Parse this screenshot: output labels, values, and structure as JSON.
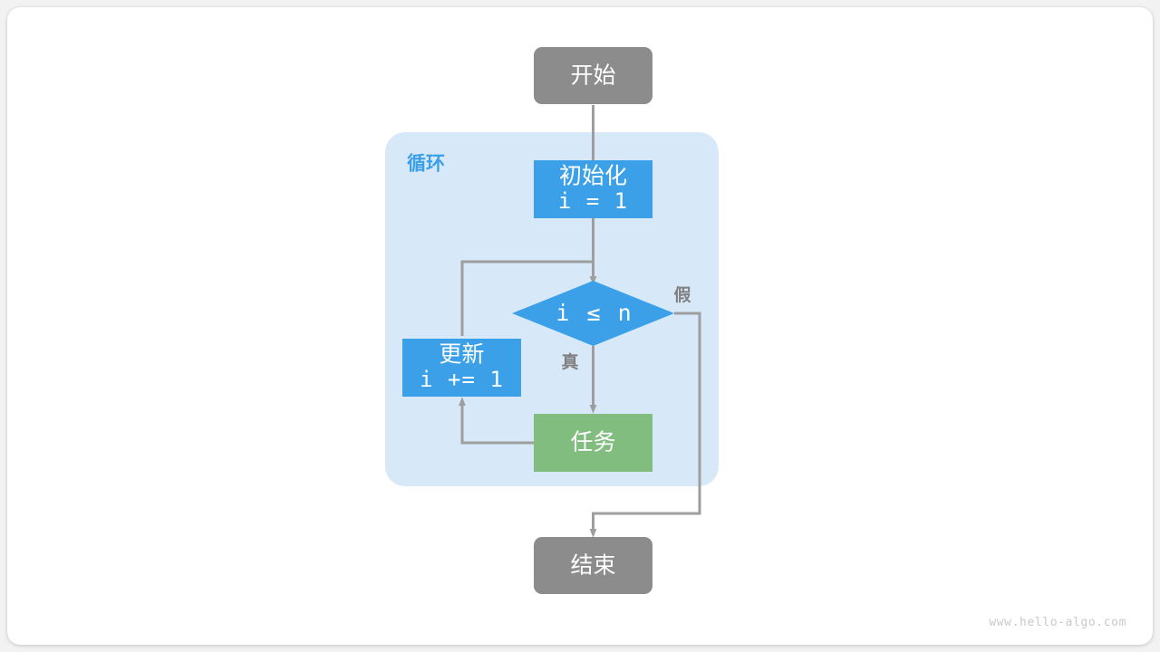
{
  "diagram": {
    "type": "flowchart",
    "title_watermark": "www.hello-algo.com",
    "group": {
      "label": "循环",
      "fill": "#d7e9f8",
      "corner_radius": 22
    },
    "colors": {
      "terminal": "#8c8c8c",
      "process_blue": "#3ba0e8",
      "task_green": "#82bd80",
      "edge": "#9e9e9e",
      "group_fill": "#d7e9f8",
      "group_label": "#3ba0e8",
      "edge_label": "#808080",
      "node_text": "#ffffff",
      "watermark": "#c9c9c9",
      "page_bg": "#f2f2f2",
      "card_bg": "#ffffff"
    },
    "nodes": [
      {
        "id": "start",
        "shape": "rounded-rect",
        "label": "开始",
        "sublabel": "",
        "color": "#8c8c8c"
      },
      {
        "id": "init",
        "shape": "rect",
        "label": "初始化",
        "sublabel": "i = 1",
        "color": "#3ba0e8"
      },
      {
        "id": "cond",
        "shape": "diamond",
        "label": "i ≤ n",
        "sublabel": "",
        "color": "#3ba0e8"
      },
      {
        "id": "update",
        "shape": "rect",
        "label": "更新",
        "sublabel": "i += 1",
        "color": "#3ba0e8"
      },
      {
        "id": "task",
        "shape": "rect",
        "label": "任务",
        "sublabel": "",
        "color": "#82bd80"
      },
      {
        "id": "end",
        "shape": "rounded-rect",
        "label": "结束",
        "sublabel": "",
        "color": "#8c8c8c"
      }
    ],
    "edges": [
      {
        "from": "start",
        "to": "cond",
        "label": ""
      },
      {
        "from": "init",
        "to": "cond",
        "label": ""
      },
      {
        "from": "cond",
        "to": "task",
        "label": "真"
      },
      {
        "from": "cond",
        "to": "end",
        "label": "假"
      },
      {
        "from": "task",
        "to": "update",
        "label": ""
      },
      {
        "from": "update",
        "to": "cond",
        "label": ""
      }
    ],
    "edge_labels": {
      "true": "真",
      "false": "假"
    }
  }
}
